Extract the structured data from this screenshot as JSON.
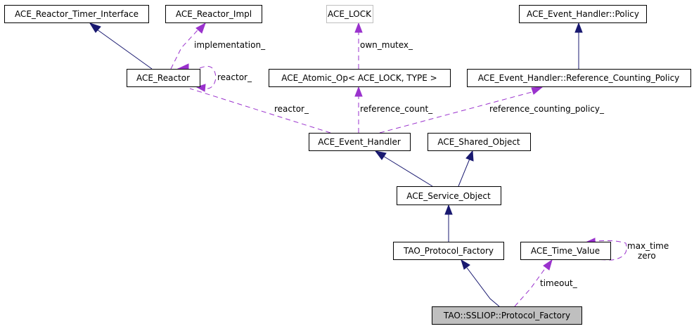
{
  "nodes": {
    "timer_interface": "ACE_Reactor_Timer_Interface",
    "reactor_impl": "ACE_Reactor_Impl",
    "ace_lock": "ACE_LOCK",
    "policy": "ACE_Event_Handler::Policy",
    "reactor": "ACE_Reactor",
    "atomic_op": "ACE_Atomic_Op< ACE_LOCK, TYPE >",
    "ref_counting_policy": "ACE_Event_Handler::Reference_Counting_Policy",
    "event_handler": "ACE_Event_Handler",
    "shared_object": "ACE_Shared_Object",
    "service_object": "ACE_Service_Object",
    "tao_protocol_factory": "TAO_Protocol_Factory",
    "time_value": "ACE_Time_Value",
    "ssliop_protocol_factory": "TAO::SSLIOP::Protocol_Factory"
  },
  "edge_labels": {
    "implementation": "implementation_",
    "reactor_self": "reactor_",
    "own_mutex": "own_mutex_",
    "reactor": "reactor_",
    "reference_count": "reference_count_",
    "reference_counting_policy": "reference_counting_policy_",
    "max_time": "max_time",
    "zero": "zero",
    "timeout": "timeout_"
  },
  "colors": {
    "inheritance": "#191970",
    "usage": "#9a32cd",
    "focus_fill": "#bfbfbf"
  }
}
